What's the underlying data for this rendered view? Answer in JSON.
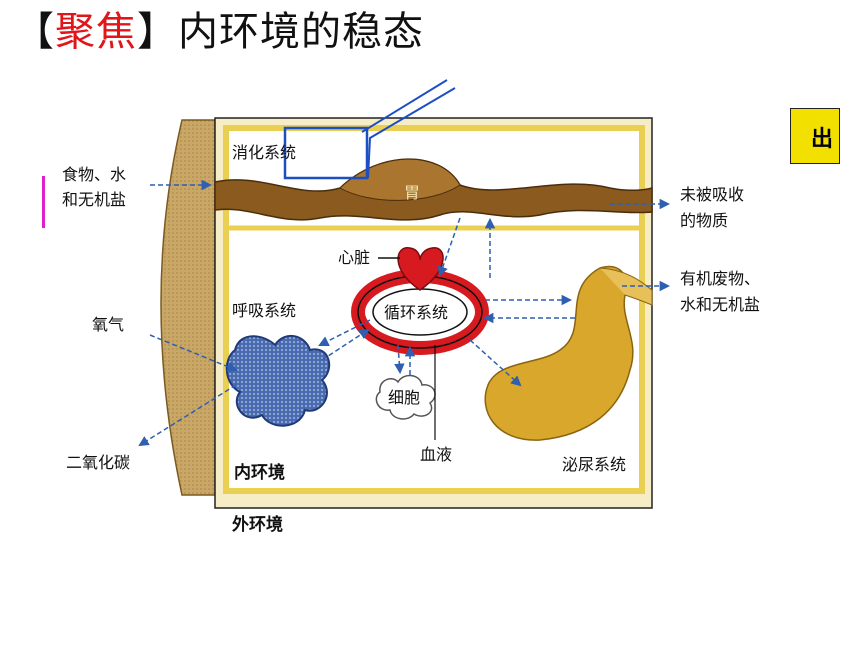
{
  "title": {
    "bracket_open": "【",
    "highlight": "聚焦",
    "bracket_close": "】",
    "rest": "内环境的稳态"
  },
  "diagram": {
    "digestive_system": "消化系统",
    "stomach": "胃",
    "heart": "心脏",
    "respiratory_system": "呼吸系统",
    "circulatory_system": "循环系统",
    "cell": "细胞",
    "blood": "血液",
    "urinary_system": "泌尿系统",
    "internal_env": "内环境",
    "external_env": "外环境",
    "input_food_line1": "食物、水",
    "input_food_line2": "和无机盐",
    "oxygen": "氧气",
    "carbon_dioxide": "二氧化碳",
    "unabsorbed_line1": "未被吸收",
    "unabsorbed_line2": "的物质",
    "waste_line1": "有机废物、",
    "waste_line2": "水和无机盐"
  },
  "side_tag": "出",
  "colors": {
    "title_highlight": "#e0161b",
    "border_yellow": "#e9cf52",
    "gut_brown": "#8a5a1e",
    "heart_red": "#d71920",
    "lung_blue": "#3a5aa0",
    "kidney_yellow": "#d9a72c",
    "callout_blue": "#1c4fc4",
    "arrow_blue": "#2e5fb0",
    "tag_yellow": "#f2e000",
    "pink": "#e020c8"
  }
}
